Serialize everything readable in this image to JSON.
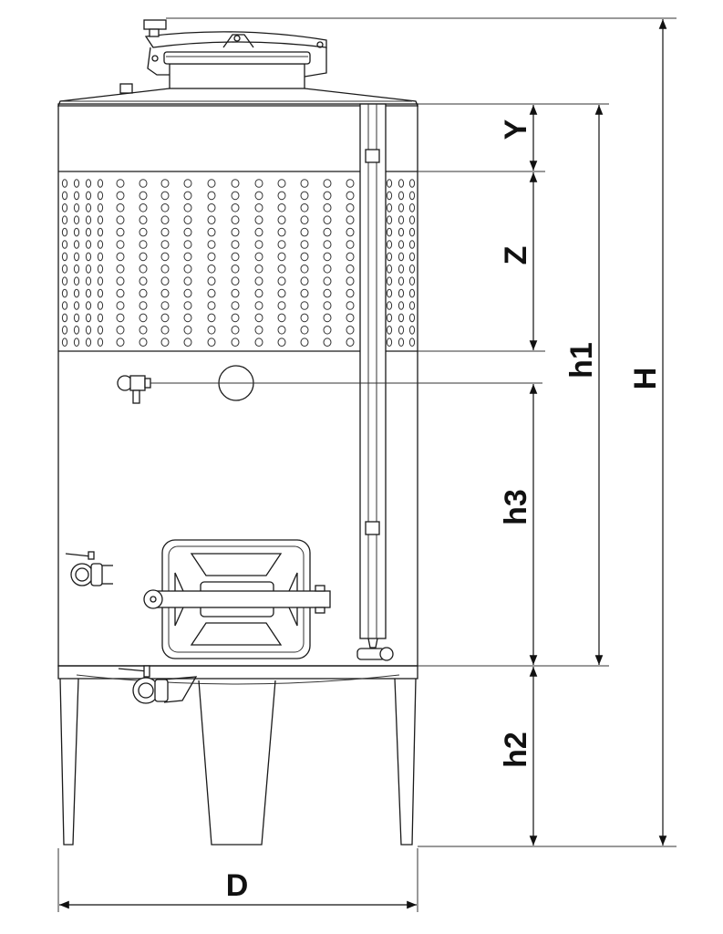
{
  "title": "Tank dimension drawing",
  "labels": {
    "Y": "Y",
    "Z": "Z",
    "h1": "h1",
    "H": "H",
    "h3": "h3",
    "h2": "h2",
    "D": "D"
  },
  "colors": {
    "line": "#1a1a1a",
    "background": "#ffffff"
  }
}
